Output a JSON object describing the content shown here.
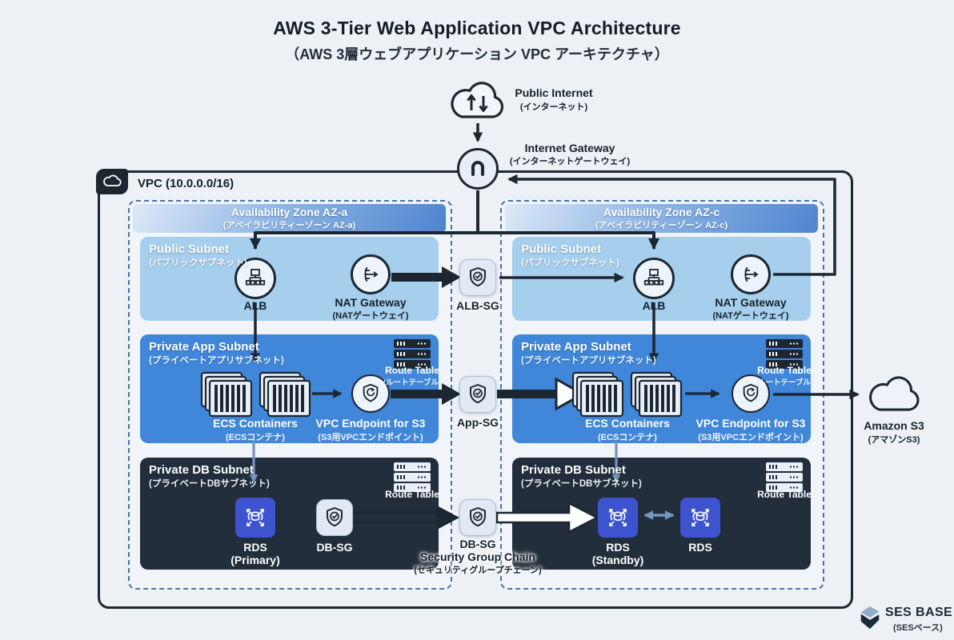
{
  "title": {
    "main": "AWS 3-Tier Web Application VPC Architecture",
    "sub": "（AWS 3層ウェブアプリケーション VPC アーキテクチャ）"
  },
  "internet": {
    "label": "Public Internet",
    "label_jp": "(インターネット)"
  },
  "igw": {
    "label": "Internet Gateway",
    "label_jp": "(インターネットゲートウェイ)"
  },
  "vpc": {
    "label": "VPC (10.0.0.0/16)"
  },
  "zones": [
    {
      "title": "Availability Zone AZ-a",
      "title_jp": "(アベイラビリティーゾーン AZ-a)",
      "public": {
        "label": "Public Subnet",
        "label_jp": "(パブリックサブネット)",
        "alb_label": "ALB",
        "nat_label": "NAT Gateway",
        "nat_label_jp": "(NATゲートウェイ)"
      },
      "app": {
        "label": "Private App Subnet",
        "label_jp": "(プライベートアプリサブネット)",
        "ecs_label": "ECS Containers",
        "ecs_label_jp": "(ECSコンテナ)",
        "ep_label": "VPC Endpoint for S3",
        "ep_label_jp": "(S3用VPCエンドポイント)",
        "route_label": "Route Table",
        "route_label_jp": "(ルートテーブル)"
      },
      "db": {
        "label": "Private DB Subnet",
        "label_jp": "(プライベートDBサブネット)",
        "rds_label": "RDS",
        "rds_sub": "(Primary)",
        "sg_label": "DB-SG",
        "route_label": "Route Table"
      }
    },
    {
      "title": "Availability Zone AZ-c",
      "title_jp": "(アベイラビリティーゾーン AZ-c)",
      "public": {
        "label": "Public Subnet",
        "label_jp": "(パブリックサブネット)",
        "alb_label": "ALB",
        "nat_label": "NAT Gateway",
        "nat_label_jp": "(NATゲートウェイ)"
      },
      "app": {
        "label": "Private App Subnet",
        "label_jp": "(プライベートアプリサブネット)",
        "ecs_label": "ECS Containers",
        "ecs_label_jp": "(ECSコンテナ)",
        "ep_label": "VPC Endpoint for S3",
        "ep_label_jp": "(S3用VPCエンドポイント)",
        "route_label": "Route Table",
        "route_label_jp": "(ルートテーブル)"
      },
      "db": {
        "label": "Private DB Subnet",
        "label_jp": "(プライベートDBサブネット)",
        "rds_label": "RDS",
        "rds_sub": "(Standby)",
        "rds2_label": "RDS",
        "route_label": "Route Table"
      }
    }
  ],
  "sg_chain": {
    "alb": "ALB-SG",
    "app": "App-SG",
    "db": "DB-SG",
    "label": "Security Group Chain",
    "label_jp": "(セキュリティグループチェーン)"
  },
  "s3": {
    "label": "Amazon S3",
    "label_jp": "(アマゾンS3)"
  },
  "footer": {
    "brand": "SES BASE",
    "brand_jp": "(SESベース)"
  },
  "colors": {
    "background": "#edf1f6",
    "vpc_border": "#1c2732",
    "az_dash": "#4576ad",
    "subnet_public": "#a6cfee",
    "subnet_app": "#4087da",
    "subnet_db": "#222e3c",
    "rds": "#3d53cf",
    "arrow": "#1c2732",
    "link_blue": "#7495bd"
  }
}
